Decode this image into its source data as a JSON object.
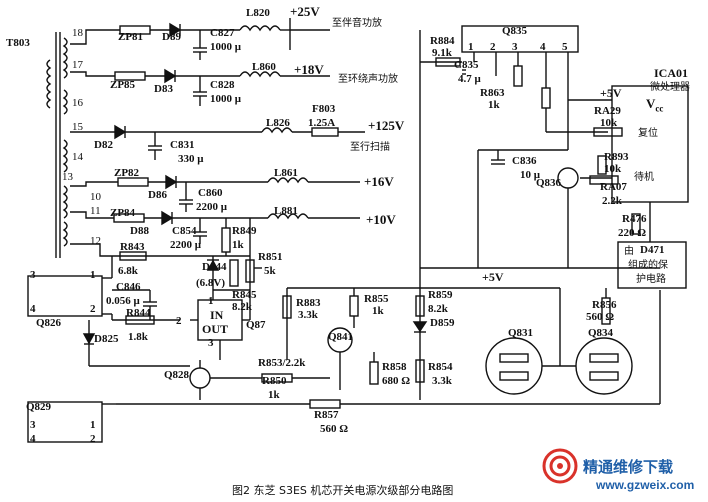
{
  "transformer": {
    "name": "T803",
    "pins": [
      "18",
      "17",
      "16",
      "15",
      "14",
      "13",
      "10",
      "11",
      "12"
    ]
  },
  "rails": [
    {
      "zener": "ZP81",
      "diode": "D89",
      "cap": "C827",
      "cap_value": "1000 μ",
      "inductor": "L820",
      "voltage": "+25V",
      "note": "至伴音功放"
    },
    {
      "zener": "ZP85",
      "diode": "D83",
      "cap": "C828",
      "cap_value": "1000 μ",
      "inductor": "L860",
      "voltage": "+18V",
      "note": "至环绕声功放"
    },
    {
      "diode": "D82",
      "cap": "C831",
      "cap_value": "330 μ",
      "inductor": "L826",
      "fuse": "F803",
      "fuse_value": "1.25A",
      "voltage": "+125V",
      "note": "至行扫描"
    },
    {
      "zener": "ZP82",
      "diode": "D86",
      "cap": "C860",
      "cap_value": "2200 μ",
      "inductor": "L861",
      "voltage": "+16V"
    },
    {
      "zener": "ZP84",
      "diode": "D88",
      "cap": "C854",
      "cap_value": "2200 μ",
      "inductor": "L881",
      "voltage": "+10V"
    }
  ],
  "components": {
    "R849": "R849",
    "R849_value": "1k",
    "R843": "R843",
    "R843_value": "6.8k",
    "C846": "C846",
    "C846_value": "0.056 μ",
    "R844": "R844",
    "R844_value": "1.8k",
    "D825": "D825",
    "D844": "D844",
    "D844_value": "(6.8V)",
    "R851": "R851",
    "R851_value": "5k",
    "R845": "R845",
    "R845_value": "8.2k",
    "Q87": "Q87",
    "Q87_in": "IN",
    "Q87_out": "OUT",
    "Q87_pin1": "1",
    "Q87_pin2": "2",
    "Q87_pin3": "3",
    "R883": "R883",
    "R883_value": "3.3k",
    "R855": "R855",
    "R855_value": "1k",
    "Q841": "Q841",
    "R853": "R853/2.2k",
    "R850": "R850",
    "R850_value": "1k",
    "R857": "R857",
    "R857_value": "560 Ω",
    "R858": "R858",
    "R858_value": "680 Ω",
    "R859": "R859",
    "R859_value": "8.2k",
    "D859": "D859",
    "R854": "R854",
    "R854_value": "3.3k",
    "Q831": "Q831",
    "Q834": "Q834",
    "R856": "R856",
    "R856_value": "560 Ω",
    "R884": "R884",
    "R884_value": "9.1k",
    "C835": "C835",
    "C835_value": "4.7 μ",
    "R863": "R863",
    "R863_value": "1k",
    "Q835": "Q835",
    "Q835_pins": [
      "1",
      "2",
      "3",
      "4",
      "5"
    ],
    "C836": "C836",
    "C836_value": "10 μ",
    "Q836": "Q836",
    "R893": "R893",
    "R893_value": "10k",
    "RA07": "RA07",
    "RA07_value": "2.2k",
    "RA29": "RA29",
    "RA29_value": "10k",
    "R476": "R476",
    "R476_value": "220 Ω",
    "plus5v": "+5V",
    "Q826": "Q826",
    "Q828": "Q828",
    "Q829": "Q829",
    "opto_pins": [
      "3",
      "4",
      "1",
      "2"
    ]
  },
  "ica01": {
    "name": "ICA01",
    "subtitle": "微处理器",
    "vcc": "V",
    "vcc_sub": "cc",
    "reset": "复位",
    "standby": "待机"
  },
  "d471_box": {
    "line1": "由",
    "name": "D471",
    "line2": "组成的保",
    "line3": "护电路"
  },
  "caption": "图2  东芝 S3ES 机芯开关电源次级部分电路图",
  "watermark": {
    "cn": "精通维修下载",
    "url": "www.gzweix.com"
  },
  "colors": {
    "ink": "#111111",
    "watermark": "#1f5fa8",
    "watermark_logo": "#d9322a"
  }
}
